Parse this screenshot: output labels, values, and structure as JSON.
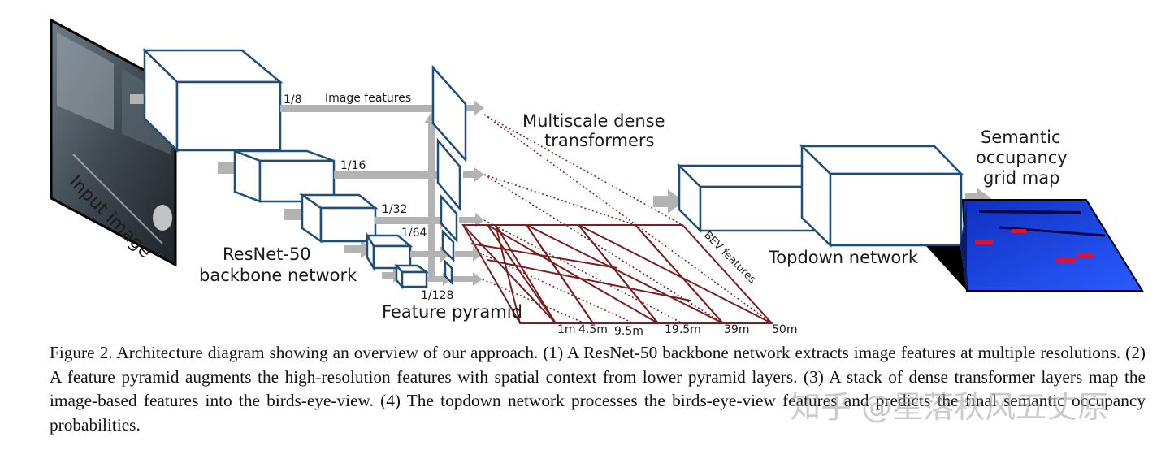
{
  "figure": {
    "input_label": "Input image",
    "backbone_label_line1": "ResNet-50",
    "backbone_label_line2": "backbone network",
    "image_features_label": "Image features",
    "scales": [
      "1/8",
      "1/16",
      "1/32",
      "1/64",
      "1/128"
    ],
    "pyramid_label": "Feature pyramid",
    "transformers_label_line1": "Multiscale dense",
    "transformers_label_line2": "transformers",
    "bev_label": "BEV features",
    "distances": [
      "1m",
      "4.5m",
      "9.5m",
      "19.5m",
      "39m",
      "50m"
    ],
    "topdown_label": "Topdown network",
    "output_label_line1": "Semantic",
    "output_label_line2": "occupancy",
    "output_label_line3": "grid map"
  },
  "caption": {
    "text": "Figure 2. Architecture diagram showing an overview of our approach. (1) A ResNet-50 backbone network extracts image features at multiple resolutions. (2) A feature pyramid augments the high-resolution features with spatial context from lower pyramid layers. (3) A stack of dense transformer layers map the image-based features into the birds-eye-view. (4) The topdown network processes the birds-eye-view features and predicts the final semantic occupancy probabilities."
  },
  "watermark": {
    "text": "知乎 @星落秋风五丈原"
  },
  "colors": {
    "box_stroke": "#1f4e79",
    "arrow": "#b3b3b3",
    "bev": "#7a1f1f"
  }
}
